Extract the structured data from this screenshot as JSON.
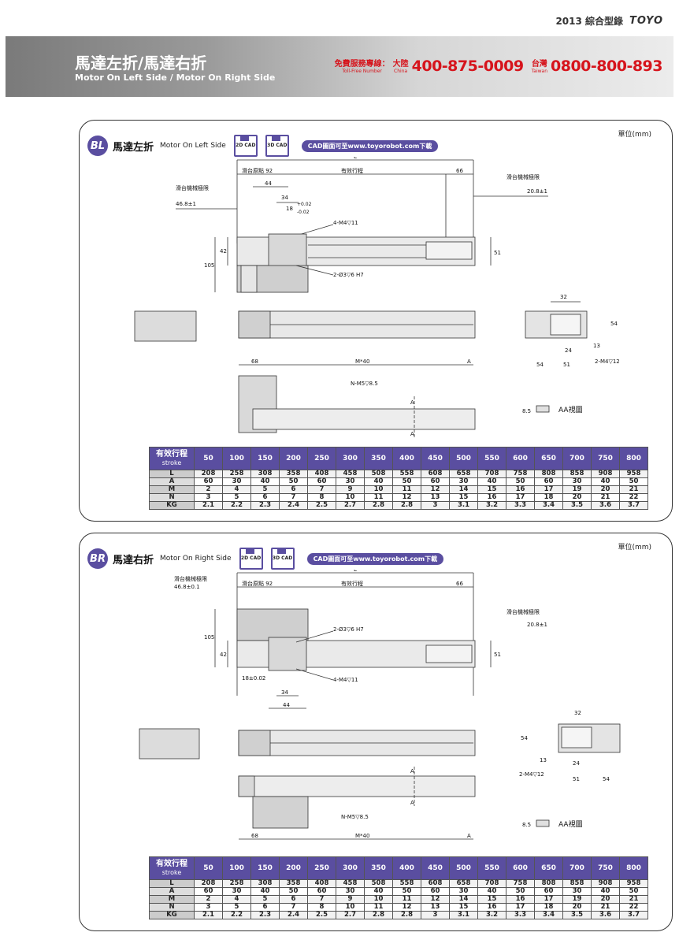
{
  "catalog": {
    "year_label": "2013 綜合型錄",
    "brand": "TOYO"
  },
  "header": {
    "title_zh": "馬達左折/馬達右折",
    "title_en": "Motor On Left Side / Motor On Right Side",
    "hotline": {
      "label": "免費服務專線：",
      "label_en": "Toll-Free Number",
      "china_label": "大陸",
      "china_en": "China",
      "china_number": "400-875-0009",
      "taiwan_label": "台灣",
      "taiwan_en": "Taiwan",
      "taiwan_number": "0800-800-893"
    }
  },
  "unit_label": "單位(mm)",
  "cad": {
    "cad2d": "2D CAD",
    "cad3d": "3D CAD",
    "download": "CAD圖面可至www.toyorobot.com下載"
  },
  "sections": [
    {
      "code": "BL",
      "title_zh": "馬達左折",
      "title_en": "Motor On Left Side",
      "dims": {
        "L": "L",
        "origin": "滑台原點 92",
        "stroke": "有效行程",
        "d66": "66",
        "limit_left": "滑台機械極限",
        "limit_left_val": "46.8±1",
        "limit_right": "滑台機械極限",
        "limit_right_val": "20.8±1",
        "d44": "44",
        "d34": "34",
        "d18": "18",
        "tol_p": "+0.02",
        "tol_m": "-0.02",
        "m4": "4-M4▽11",
        "hole": "2-Ø3▽6 H7",
        "d42": "42",
        "d105": "105",
        "d51": "51",
        "e32": "32",
        "e54": "54",
        "e13": "13",
        "e24": "24",
        "e54b": "54",
        "e51": "51",
        "m4b": "2-M4▽12",
        "b68": "68",
        "bM40": "M*40",
        "bA": "A",
        "bN": "N-M5▽8.5",
        "aa_a": "A",
        "aa_b": "A",
        "d85": "8.5",
        "aa_view": "AA視圖"
      }
    },
    {
      "code": "BR",
      "title_zh": "馬達右折",
      "title_en": "Motor On Right Side",
      "dims": {
        "L": "L",
        "origin": "滑台原點 92",
        "stroke": "有效行程",
        "d66": "66",
        "limit_left": "滑台機械極限",
        "limit_left_val": "46.8±0.1",
        "limit_right": "滑台機械極限",
        "limit_right_val": "20.8±1",
        "d44": "44",
        "d34": "34",
        "d18": "18±0.02",
        "m4": "4-M4▽11",
        "hole": "2-Ø3▽6 H7",
        "d42": "42",
        "d105": "105",
        "d51": "51",
        "e32": "32",
        "e54": "54",
        "e13": "13",
        "e24": "24",
        "e54b": "54",
        "e51": "51",
        "m4b": "2-M4▽12",
        "b68": "68",
        "bM40": "M*40",
        "bA": "A",
        "bN": "N-M5▽8.5",
        "aa_a": "A",
        "aa_b": "A",
        "d85": "8.5",
        "aa_view": "AA視圖"
      }
    }
  ],
  "spec_table": {
    "header_zh": "有效行程",
    "header_en": "stroke",
    "strokes": [
      "50",
      "100",
      "150",
      "200",
      "250",
      "300",
      "350",
      "400",
      "450",
      "500",
      "550",
      "600",
      "650",
      "700",
      "750",
      "800"
    ],
    "rows": [
      {
        "label": "L",
        "values": [
          "208",
          "258",
          "308",
          "358",
          "408",
          "458",
          "508",
          "558",
          "608",
          "658",
          "708",
          "758",
          "808",
          "858",
          "908",
          "958"
        ]
      },
      {
        "label": "A",
        "values": [
          "60",
          "30",
          "40",
          "50",
          "60",
          "30",
          "40",
          "50",
          "60",
          "30",
          "40",
          "50",
          "60",
          "30",
          "40",
          "50"
        ]
      },
      {
        "label": "M",
        "values": [
          "2",
          "4",
          "5",
          "6",
          "7",
          "9",
          "10",
          "11",
          "12",
          "14",
          "15",
          "16",
          "17",
          "19",
          "20",
          "21"
        ]
      },
      {
        "label": "N",
        "values": [
          "3",
          "5",
          "6",
          "7",
          "8",
          "10",
          "11",
          "12",
          "13",
          "15",
          "16",
          "17",
          "18",
          "20",
          "21",
          "22"
        ]
      },
      {
        "label": "KG",
        "values": [
          "2.1",
          "2.2",
          "2.3",
          "2.4",
          "2.5",
          "2.7",
          "2.8",
          "2.8",
          "3",
          "3.1",
          "3.2",
          "3.3",
          "3.4",
          "3.5",
          "3.6",
          "3.7"
        ]
      }
    ]
  }
}
